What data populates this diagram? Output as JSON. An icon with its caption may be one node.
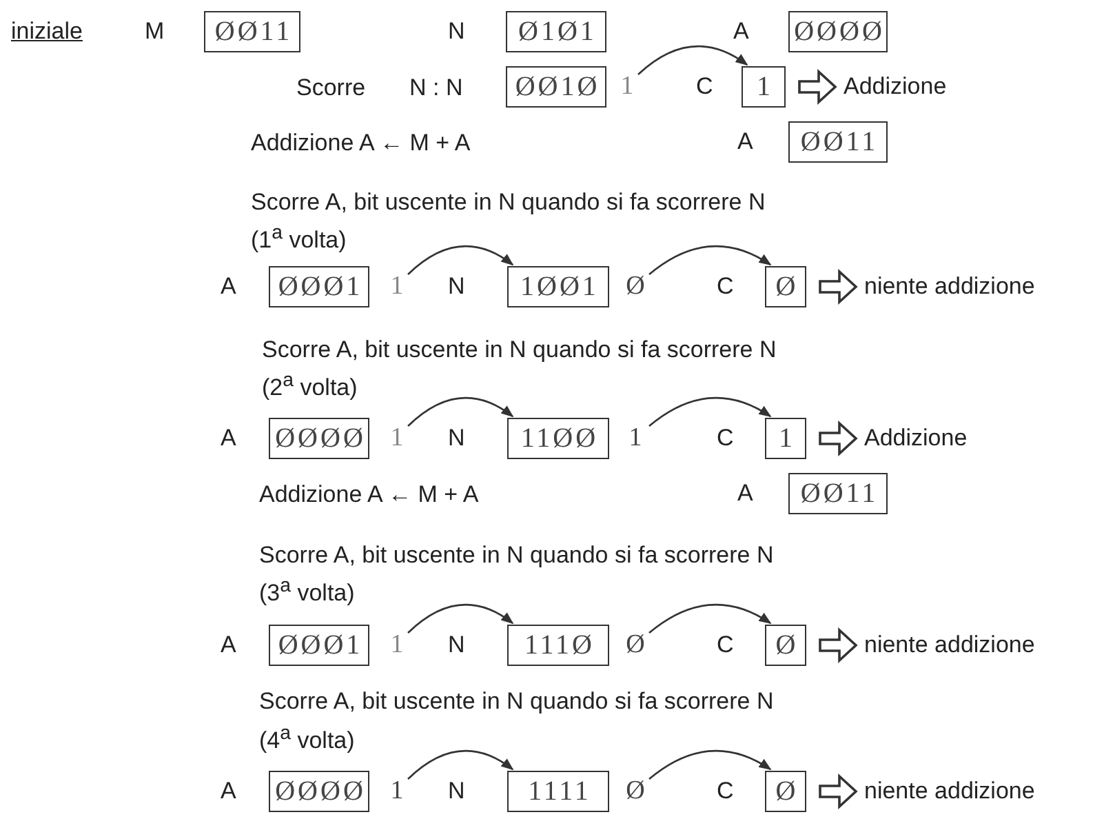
{
  "diagram": {
    "nodes": [
      {
        "text": [
          "ØØ11"
        ],
        "beside": [
          "M"
        ]
      },
      {
        "text": [
          "Ø1Ø1"
        ],
        "beside": [
          "N"
        ]
      },
      {
        "text": [
          "ØØØØ"
        ],
        "beside": [
          "A"
        ]
      },
      {
        "text": [
          "ØØ1Ø"
        ]
      },
      {
        "text": [
          "1"
        ]
      },
      {
        "text": [
          "1"
        ],
        "beside": [
          "C"
        ]
      },
      {
        "text": [
          "Addizione"
        ]
      },
      {
        "text": [
          "ØØ11"
        ],
        "beside": [
          "A"
        ]
      },
      {
        "text": [
          "ØØØ1"
        ],
        "beside": [
          "A"
        ]
      },
      {
        "text": [
          "1"
        ]
      },
      {
        "text": [
          "1ØØ1"
        ],
        "beside": [
          "N"
        ]
      },
      {
        "text": [
          "Ø"
        ]
      },
      {
        "text": [
          "Ø"
        ],
        "beside": [
          "C"
        ]
      },
      {
        "text": [
          "niente addizione"
        ]
      },
      {
        "text": [
          "ØØØØ"
        ],
        "beside": [
          "A"
        ]
      },
      {
        "text": [
          "1"
        ]
      },
      {
        "text": [
          "11ØØ"
        ],
        "beside": [
          "N"
        ]
      },
      {
        "text": [
          "1"
        ]
      },
      {
        "text": [
          "1"
        ],
        "beside": [
          "C"
        ]
      },
      {
        "text": [
          "Addizione"
        ]
      },
      {
        "text": [
          "ØØ11"
        ],
        "beside": [
          "A"
        ]
      },
      {
        "text": [
          "ØØØ1"
        ],
        "beside": [
          "A"
        ]
      },
      {
        "text": [
          "1"
        ]
      },
      {
        "text": [
          "111Ø"
        ],
        "beside": [
          "N"
        ]
      },
      {
        "text": [
          "Ø"
        ]
      },
      {
        "text": [
          "Ø"
        ],
        "beside": [
          "C"
        ]
      },
      {
        "text": [
          "niente addizione"
        ]
      },
      {
        "text": [
          "ØØØØ"
        ],
        "beside": [
          "A"
        ]
      },
      {
        "text": [
          "1"
        ]
      },
      {
        "text": [
          "1111"
        ],
        "beside": [
          "N"
        ]
      },
      {
        "text": [
          "Ø"
        ]
      },
      {
        "text": [
          "Ø"
        ],
        "beside": [
          "C"
        ]
      },
      {
        "text": [
          "niente addizione"
        ]
      }
    ],
    "edges": [
      {
        "from": 4,
        "to": 5,
        "arrow": "to"
      },
      {
        "from": 5,
        "to": 6,
        "arrow": "to",
        "style": "thick"
      },
      {
        "from": 9,
        "to": 10,
        "arrow": "to"
      },
      {
        "from": 11,
        "to": 12,
        "arrow": "to"
      },
      {
        "from": 12,
        "to": 13,
        "arrow": "to",
        "style": "thick"
      },
      {
        "from": 15,
        "to": 16,
        "arrow": "to"
      },
      {
        "from": 17,
        "to": 18,
        "arrow": "to"
      },
      {
        "from": 18,
        "to": 19,
        "arrow": "to",
        "style": "thick"
      },
      {
        "from": 22,
        "to": 23,
        "arrow": "to"
      },
      {
        "from": 24,
        "to": 25,
        "arrow": "to"
      },
      {
        "from": 25,
        "to": 26,
        "arrow": "to",
        "style": "thick"
      },
      {
        "from": 28,
        "to": 29,
        "arrow": "to"
      },
      {
        "from": 30,
        "to": 31,
        "arrow": "to"
      },
      {
        "from": 31,
        "to": 32,
        "arrow": "to",
        "style": "thick"
      }
    ],
    "labels": [
      "iniziale",
      "Scorre",
      "N : N",
      "Addizione A ← M + A",
      "Scorre A, bit uscente in N quando si fa scorrere N",
      "(1$^{a}$ volta)",
      "Scorre A, bit uscente in N quando si fa scorrere N",
      "(2$^{a}$ volta)",
      "Addizione A ← M + A",
      "Scorre A, bit uscente in N quando si fa scorrere N",
      "(3$^{a}$ volta)",
      "Scorre A, bit uscente in N quando si fa scorrere N",
      "(4$^{a}$ volta)"
    ]
  }
}
